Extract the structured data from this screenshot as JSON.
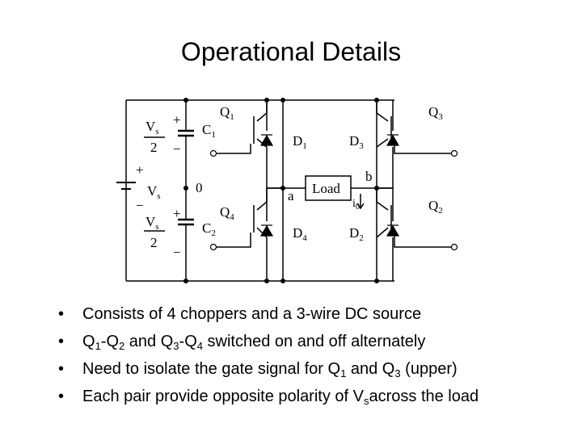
{
  "slide": {
    "title": "Operational Details"
  },
  "circuit": {
    "labels": {
      "q1": "Q",
      "q1_sub": "1",
      "q3": "Q",
      "q3_sub": "3",
      "q4": "Q",
      "q4_sub": "4",
      "q2": "Q",
      "q2_sub": "2",
      "vs_top": "V",
      "vs_top_sub": "s",
      "vs_top_den": "2",
      "vs_mid": "V",
      "vs_mid_sub": "s",
      "vs_bot": "V",
      "vs_bot_sub": "s",
      "vs_bot_den": "2",
      "c1": "C",
      "c1_sub": "1",
      "c2": "C",
      "c2_sub": "2",
      "d1": "D",
      "d1_sub": "1",
      "d3": "D",
      "d3_sub": "3",
      "d4": "D",
      "d4_sub": "4",
      "d2": "D",
      "d2_sub": "2",
      "node_0": "0",
      "node_a": "a",
      "node_b": "b",
      "i0": "i",
      "i0_sub": "0",
      "load": "Load",
      "plus": "+",
      "minus": "−"
    }
  },
  "bullets": {
    "marker": "•",
    "b1": "Consists of 4 choppers and a 3-wire DC source",
    "b2_q1": "Q",
    "b2_s1": "1",
    "b2_t1": "-Q",
    "b2_s2": "2",
    "b2_t2": " and Q",
    "b2_s3": "3",
    "b2_t3": "-Q",
    "b2_s4": "4",
    "b2_t4": " switched on and off alternately",
    "b3_t1": "Need to isolate the gate signal for Q",
    "b3_s1": "1",
    "b3_t2": " and Q",
    "b3_s2": "3",
    "b3_t3": " (upper)",
    "b4_t1": "Each pair provide opposite polarity of V",
    "b4_s1": "s",
    "b4_t2": "across the load"
  }
}
